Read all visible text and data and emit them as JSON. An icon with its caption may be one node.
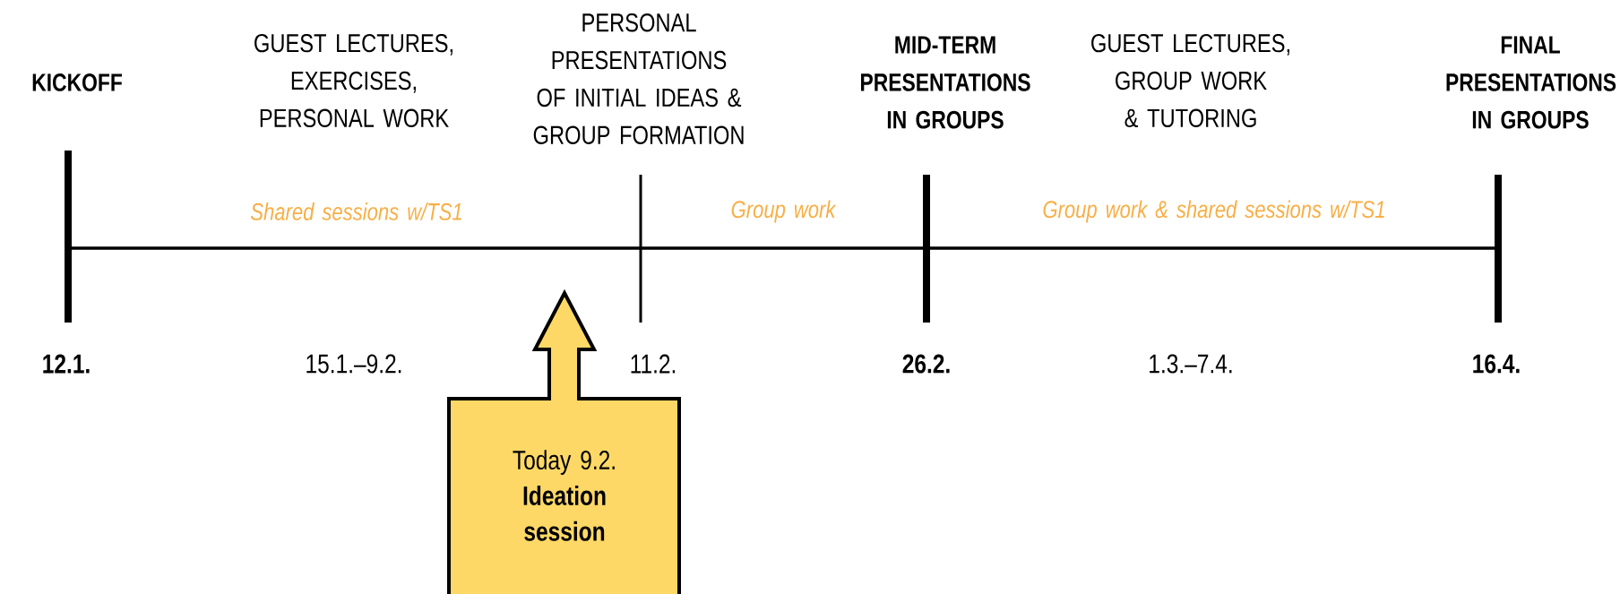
{
  "diagram": {
    "nodes": [
      {
        "text": [
          "Today 9.2.",
          "Ideation session"
        ]
      }
    ],
    "labels": [
      "KICKOFF",
      "GUEST LECTURES, EXERCISES, PERSONAL WORK",
      "PERSONAL PRESENTATIONS OF INITIAL IDEAS & GROUP FORMATION",
      "MID-TERM PRESENTATIONS IN GROUPS",
      "GUEST LECTURES, GROUP WORK & TUTORING",
      "FINAL PRESENTATIONS IN GROUPS",
      "Shared sessions w/TS1",
      "Group work",
      "Group work & shared sessions w/TS1",
      "12.1.",
      "15.1.–9.2.",
      "11.2.",
      "26.2.",
      "1.3.–7.4.",
      "16.4."
    ]
  }
}
